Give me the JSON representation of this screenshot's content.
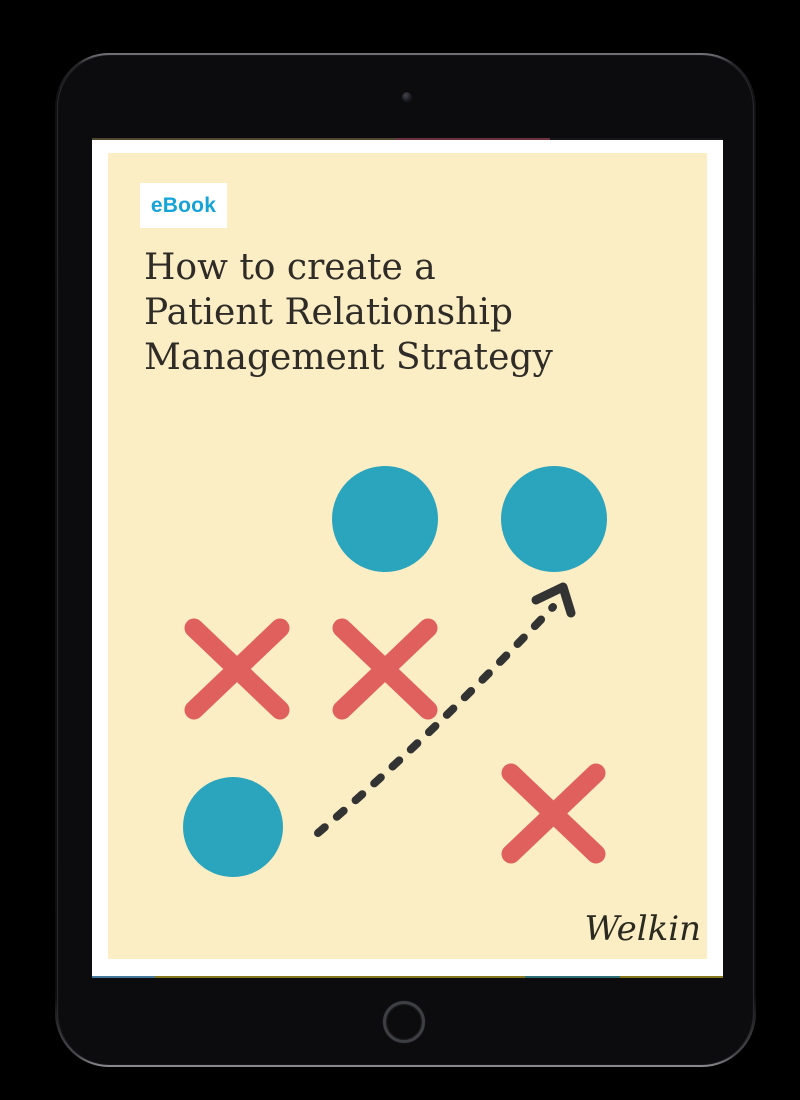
{
  "cover": {
    "badge_label": "eBook",
    "title": "How to create a\nPatient Relationship\nManagement Strategy",
    "brand_wordmark": "Welkin"
  },
  "diagram": {
    "type": "strategy-play-illustration",
    "teal_circle_count": 3,
    "red_x_count": 3,
    "arrow": "dashed curved arrow from bottom-left circle up to top-right circle"
  },
  "colors": {
    "page_background": "#000000",
    "screen_page": "#FFFFFF",
    "cover_background": "#FBEDC4",
    "badge_background": "#FFFFFF",
    "badge_text": "#16A4D8",
    "title_text": "#2F2B27",
    "circle_teal": "#2BA4BE",
    "x_red": "#E0605E",
    "arrow_dark": "#333333",
    "wordmark_text": "#2B2A20"
  }
}
